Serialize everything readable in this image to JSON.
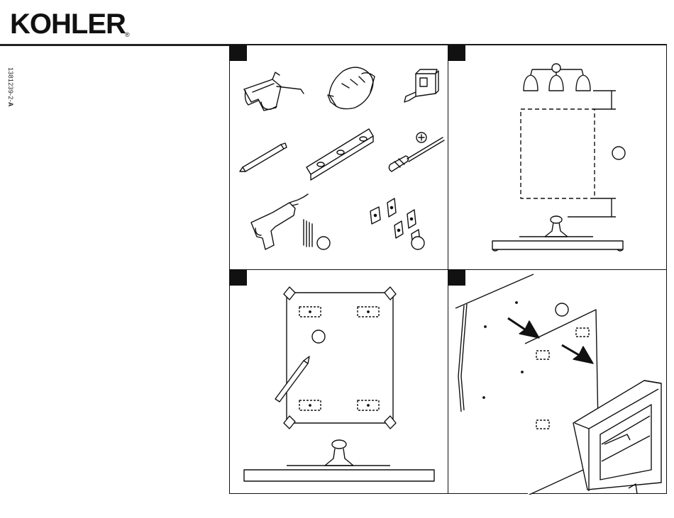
{
  "brand": {
    "logo_text": "KOHLER",
    "registered_mark": "®"
  },
  "document": {
    "number_prefix": "1381239-2-",
    "number_suffix": "A"
  },
  "panels": [
    {
      "id": "tools",
      "callout_labels": [
        "",
        ""
      ]
    },
    {
      "id": "placement",
      "callout_labels": [
        ""
      ]
    },
    {
      "id": "marking",
      "callout_labels": [
        ""
      ]
    },
    {
      "id": "mounting",
      "callout_labels": [
        ""
      ]
    }
  ]
}
